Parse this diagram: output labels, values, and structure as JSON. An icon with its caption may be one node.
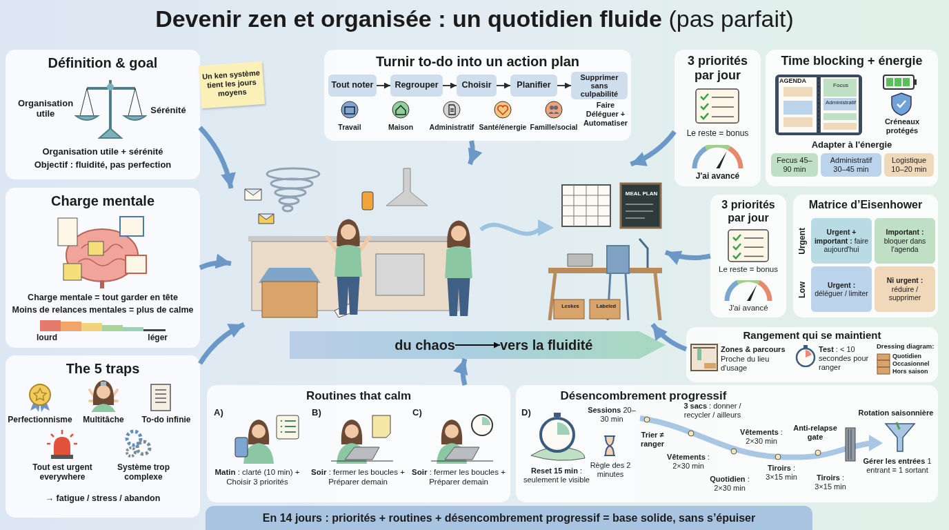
{
  "diagram": {
    "title": "**Devenir zen et organisée : un quotidien fluide** (pas parfait)",
    "caption": "En 14 jours : priorités + routines + désencombrement progressif = base solide, sans s’épuiser",
    "nodes": [
      {
        "text": [
          "Définition & goal",
          "Organisation utile",
          "Sérénité",
          "Organisation utile + sérénité",
          "Objectif : fluidité, pas perfection"
        ]
      },
      {
        "text": [
          "Un ken système tient les jours moyens"
        ]
      },
      {
        "text": [
          "Charge mentale",
          "Charge mentale = tout garder en tête",
          "Moins de relances mentales = plus de calme",
          "lourd",
          "léger"
        ]
      },
      {
        "text": [
          "The 5 traps",
          "Perfectionnisme",
          "Multitâche",
          "To-do infinie",
          "Tout est urgent everywhere",
          "Système trop complexe",
          "→ fatigue / stress / abandon"
        ]
      },
      {
        "text": [
          "Turnir to-do into un action plan",
          "Travail",
          "Maison",
          "Administratif",
          "Santé/énergie",
          "Famille/social",
          "Faire Déléguer + Automatiser"
        ]
      },
      {
        "text": [
          "Tout noter"
        ],
        "in": 4
      },
      {
        "text": [
          "Regrouper"
        ],
        "in": 4
      },
      {
        "text": [
          "Choisir"
        ],
        "in": 4
      },
      {
        "text": [
          "Planifier"
        ],
        "in": 4
      },
      {
        "text": [
          "Supprimer sans culpabilité"
        ],
        "in": 4
      },
      {
        "text": [],
        "shape": "picture"
      },
      {
        "text": [],
        "shape": "bar"
      },
      {
        "text": [
          "du chaos"
        ],
        "in": 11
      },
      {
        "text": [
          "vers la fluidité"
        ],
        "in": 11
      },
      {
        "text": [
          "3 priorités par jour",
          "Le reste = bonus",
          "J'ai avancé"
        ]
      },
      {
        "text": [
          "Time blocking + énergie",
          "AGENDA",
          "Focus",
          "Administratif",
          "Créneaux protégés",
          "Adapter à l'énergie",
          "Fecus 45–90 min",
          "Administratif 30–45 min",
          "Logistique 10–20 min"
        ]
      },
      {
        "text": [
          "3 priorités par jour",
          "Le reste = bonus",
          "J'ai avancé"
        ]
      },
      {
        "text": [
          "Matrice d’Eisenhower",
          "Urgent",
          "Low",
          "**Urgent + important :** faire aujourd'hui",
          "**Important :** bloquer dans l'agenda",
          "**Urgent :** déléguer / limiter",
          "**Ni urgent :** réduire / supprimer"
        ]
      },
      {
        "text": [
          "Rangement qui se maintient",
          "Zones & parcours",
          "Proche du lieu d'usage",
          "**Test** : < 10 secondes pour ranger",
          "Dressing diagram:",
          "Quotidien",
          "Occasionnel",
          "Hors saison"
        ]
      },
      {
        "text": [
          "Routines that calm",
          "A)",
          "**Matin** : clarté (10 min) + Choisir 3 priorités",
          "B)",
          "**Soir** : fermer les boucles + Préparer demain",
          "C)",
          "**Soir** : fermer les boucles + Préparer demain"
        ]
      },
      {
        "text": [
          "Désencombrement progressif",
          "D)",
          "**Sessions** 20–30 min",
          "**Reset 15 min** : seulement le visible",
          "Règle des 2 minutes",
          "Trier ≠ ranger",
          "**3 sacs** : donner / recycler / ailleurs",
          "**Vêtements** : 2×30 min",
          "**Quotidien** : 2×30 min",
          "**Vêtements** : 2×30 min",
          "**Tiroirs** : 3×15 min",
          "Anti-relapse gate",
          "**Tiroirs** : 3×15 min",
          "Rotation saisonnière",
          "**Gérer les entrées** 1 entrant = 1 sortant"
        ]
      }
    ],
    "edges": [
      {
        "from": 5,
        "to": 6,
        "arrow": "to",
        "color": "#2a2a2a"
      },
      {
        "from": 6,
        "to": 7,
        "arrow": "to",
        "color": "#2a2a2a"
      },
      {
        "from": 7,
        "to": 8,
        "arrow": "to",
        "color": "#2a2a2a"
      },
      {
        "from": 8,
        "to": 9,
        "arrow": "to",
        "color": "#2a2a2a"
      },
      {
        "from": 12,
        "to": 13,
        "arrow": "to",
        "color": "#111111"
      },
      {
        "from": 0,
        "to": 10,
        "arrow": "to"
      },
      {
        "from": 2,
        "to": 10,
        "arrow": "to"
      },
      {
        "from": 3,
        "to": 10,
        "arrow": "to"
      },
      {
        "from": 4,
        "to": 10,
        "arrow": "to"
      },
      {
        "from": 14,
        "to": 10,
        "arrow": "to"
      },
      {
        "from": 16,
        "to": 10,
        "arrow": "to"
      },
      {
        "from": 18,
        "to": 10,
        "arrow": "to"
      },
      {
        "from": 19,
        "to": 11,
        "arrow": "to"
      }
    ],
    "labels": [
      "MEAL PLAN",
      "Leskes",
      "Labeled"
    ]
  }
}
